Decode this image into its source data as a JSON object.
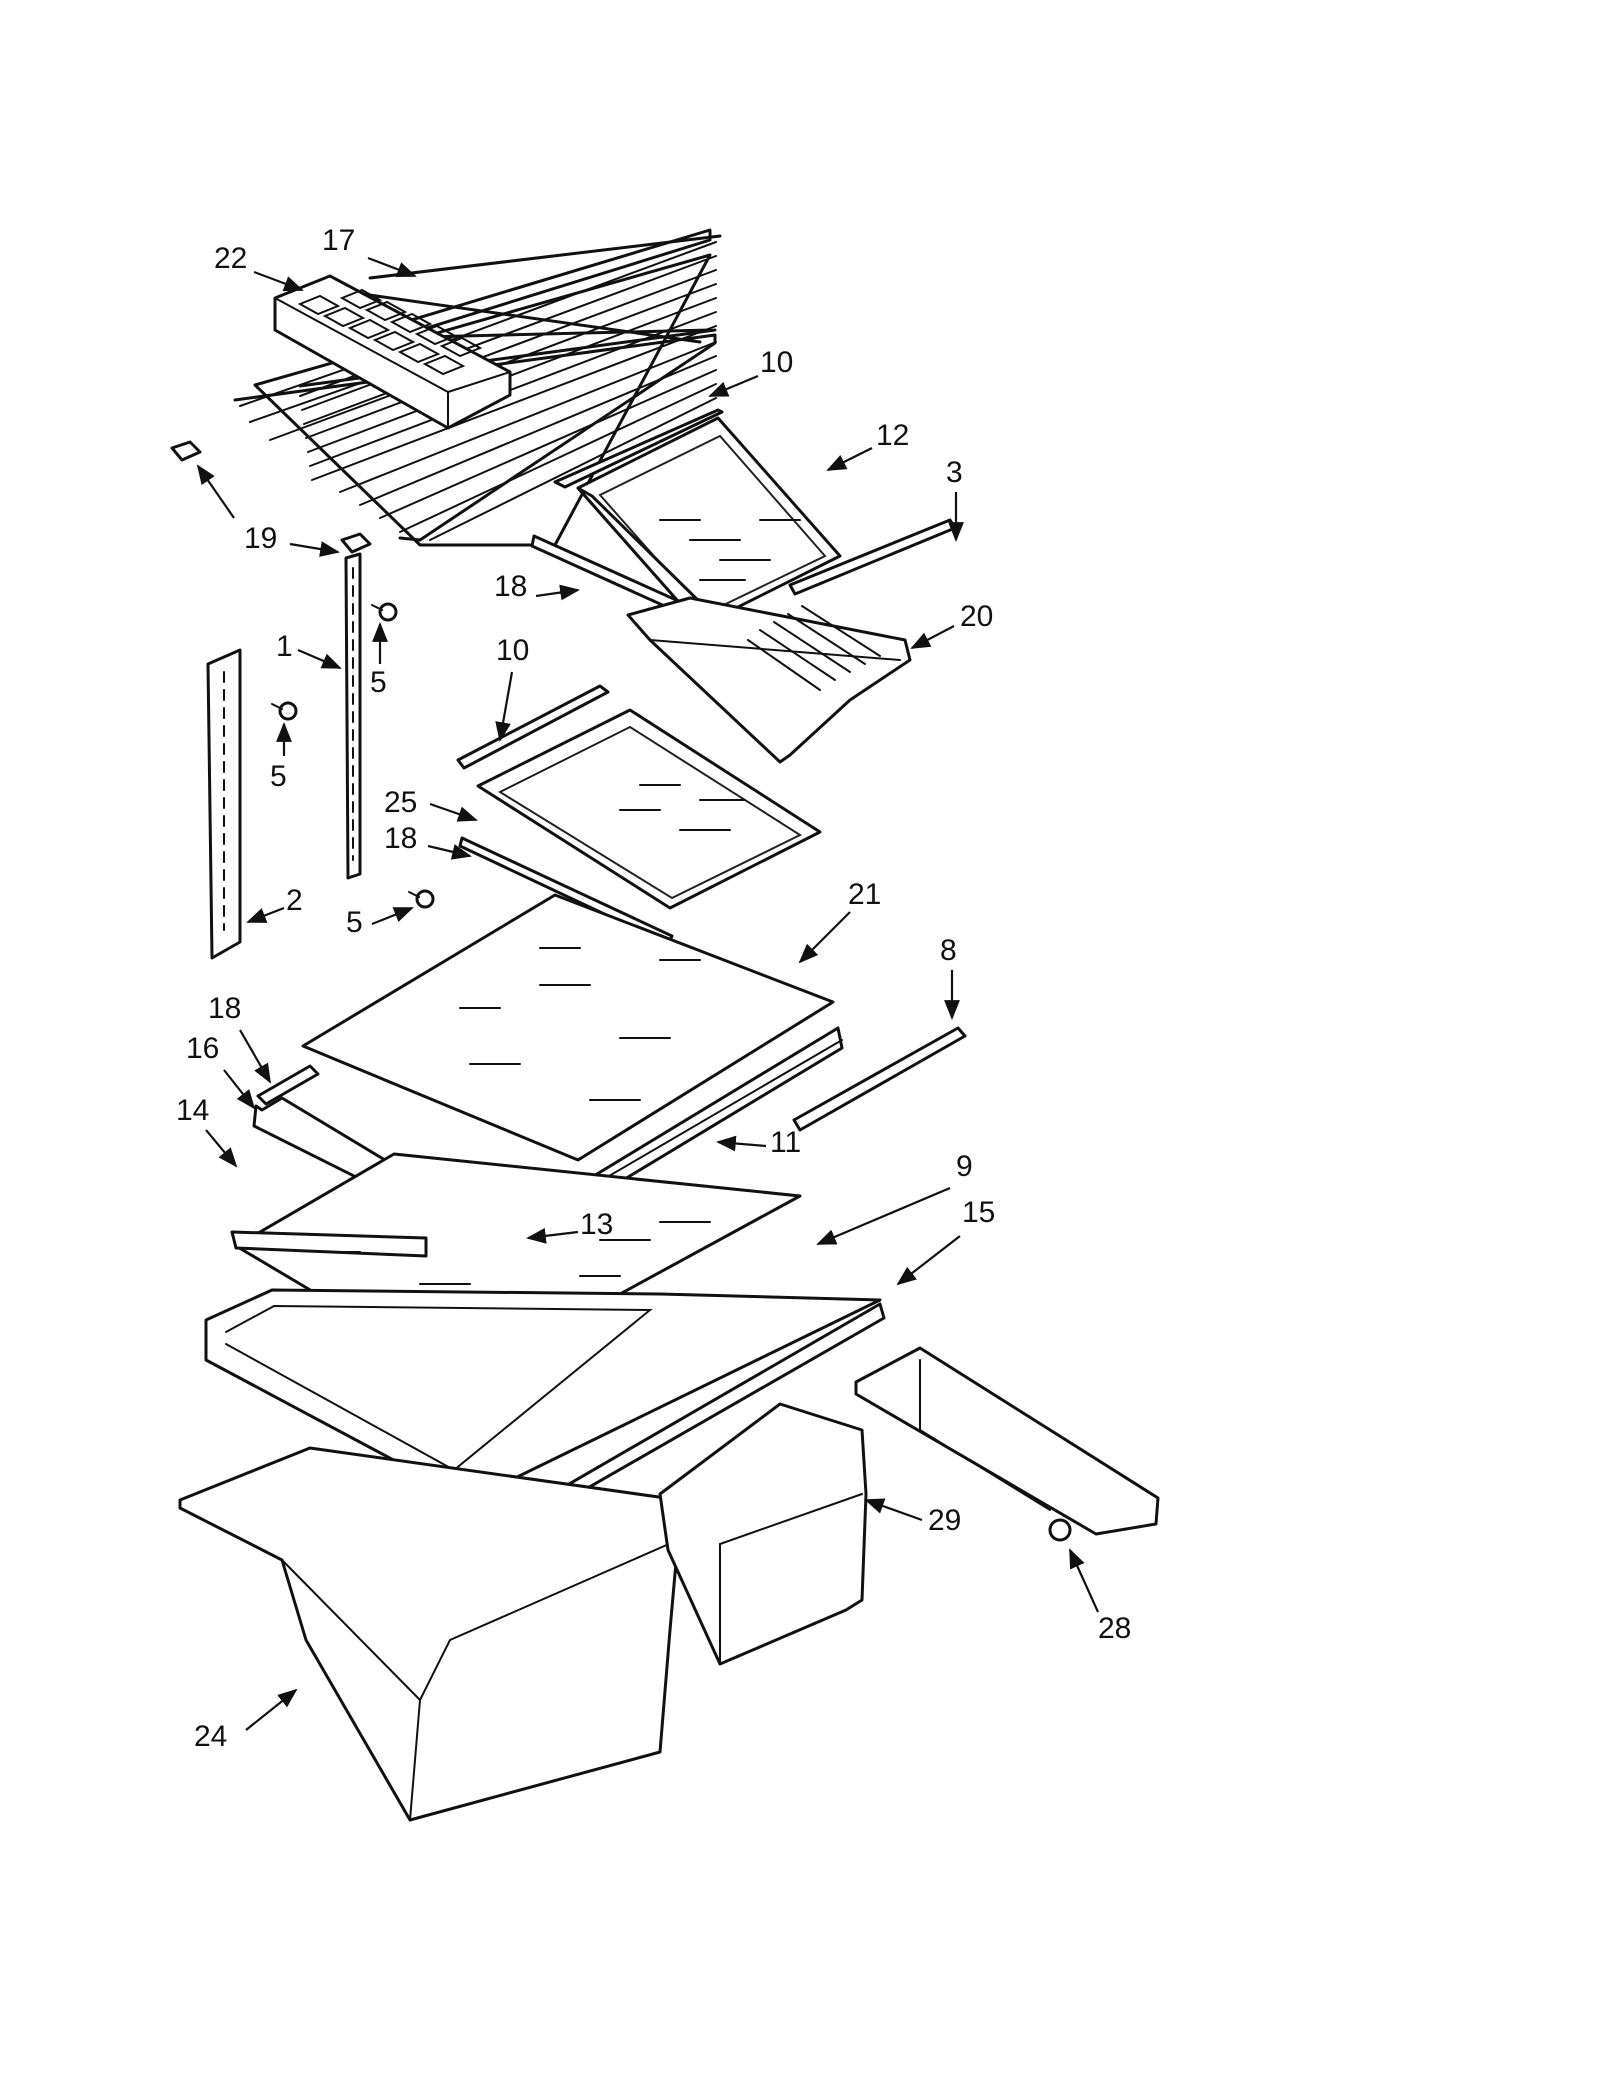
{
  "diagram": {
    "callouts": [
      "1",
      "2",
      "3",
      "5",
      "8",
      "9",
      "10",
      "11",
      "12",
      "13",
      "14",
      "15",
      "16",
      "17",
      "18",
      "19",
      "20",
      "21",
      "22",
      "24",
      "25",
      "28",
      "29"
    ],
    "colors": {
      "ink": "#111111",
      "paper": "#ffffff"
    }
  }
}
